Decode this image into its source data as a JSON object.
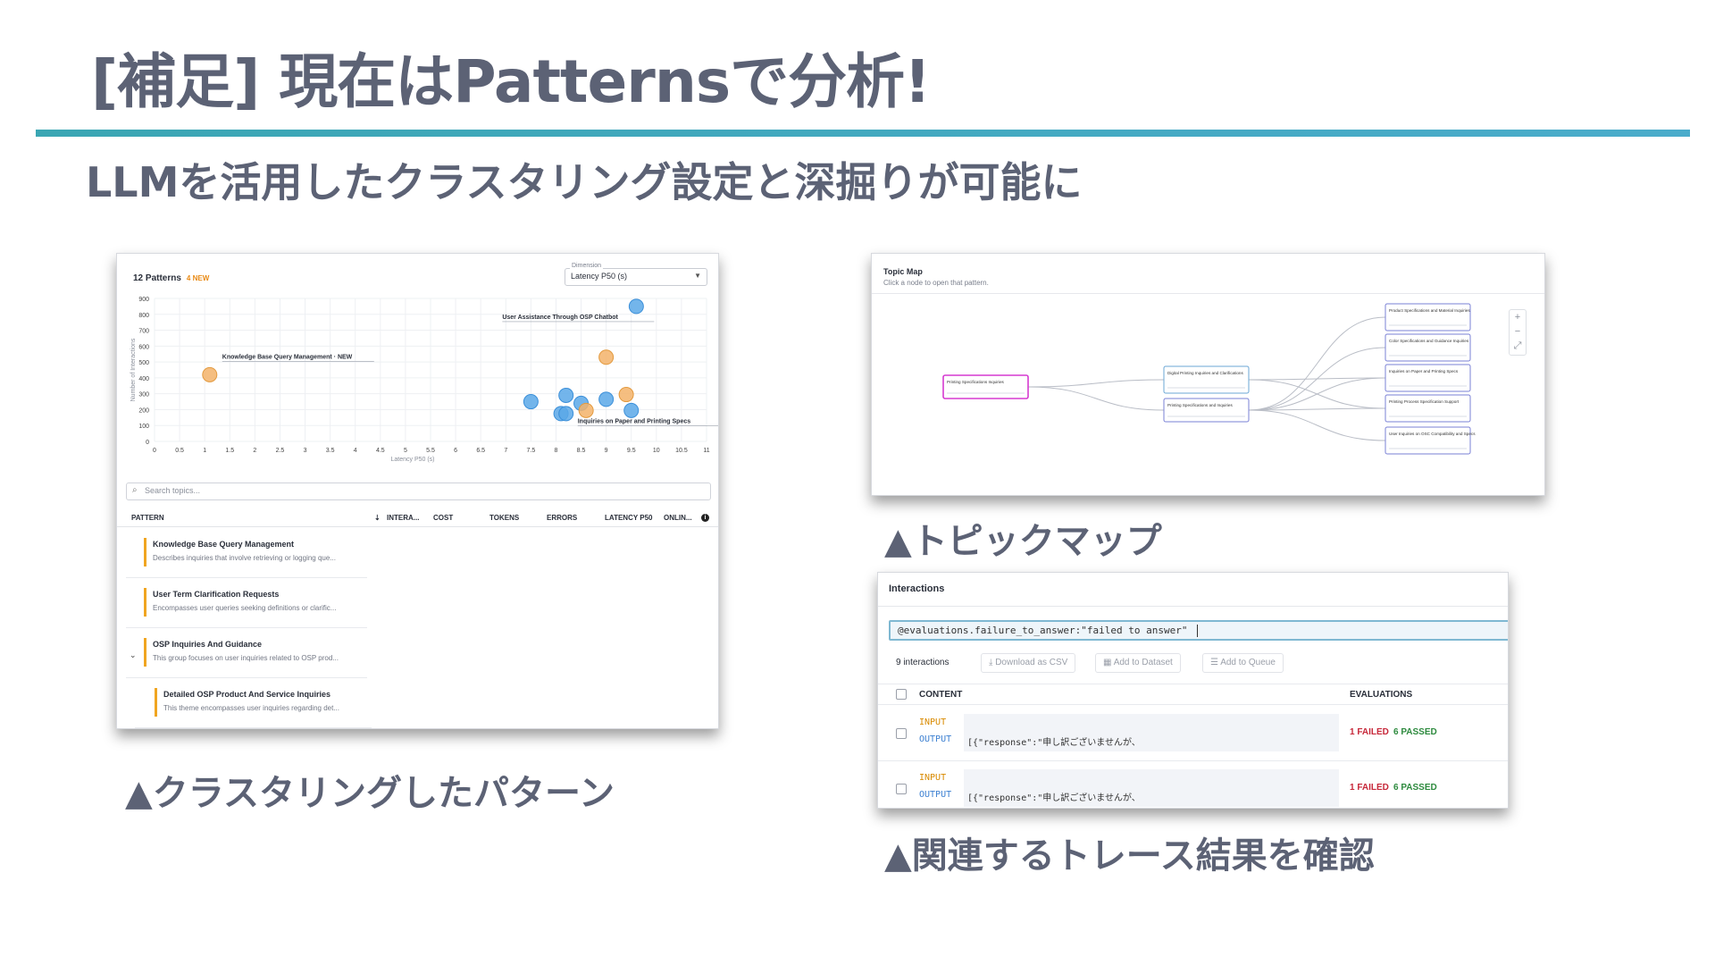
{
  "slide": {
    "title": "[補足] 現在はPatternsで分析!",
    "subtitle": "LLMを活用したクラスタリング設定と深掘りが可能に",
    "accent_color": "#3aa6b3"
  },
  "captions": {
    "patterns": "▲クラスタリングしたパターン",
    "topic_map": "▲トピックマップ",
    "interactions": "▲関連するトレース結果を確認"
  },
  "patterns_panel": {
    "header": "12 Patterns",
    "new_badge": "4 NEW",
    "dimension_label": "Dimension",
    "dimension_value": "Latency P50 (s)",
    "search_placeholder": "Search topics...",
    "columns": [
      "PATTERN",
      "INTERA...",
      "COST",
      "TOKENS",
      "ERRORS",
      "LATENCY P50",
      "ONLIN..."
    ],
    "rows": [
      {
        "title": "Knowledge Base Query Management",
        "desc": "Describes inquiries that involve retrieving or logging que..."
      },
      {
        "title": "User Term Clarification Requests",
        "desc": "Encompasses user queries seeking definitions or clarific..."
      },
      {
        "title": "OSP Inquiries And Guidance",
        "desc": "This group focuses on user inquiries related to OSP prod..."
      },
      {
        "title": "Detailed OSP Product And Service Inquiries",
        "desc": "This theme encompasses user inquiries regarding det..."
      }
    ]
  },
  "chart_data": {
    "type": "scatter",
    "xlabel": "Latency P50 (s)",
    "ylabel": "Number of Interactions",
    "xlim": [
      0,
      11
    ],
    "ylim": [
      0,
      900
    ],
    "x_ticks": [
      "0",
      "0.5",
      "1",
      "1.5",
      "2",
      "2.5",
      "3",
      "3.5",
      "4",
      "4.5",
      "5",
      "5.5",
      "6",
      "6.5",
      "7",
      "7.5",
      "8",
      "8.5",
      "9",
      "9.5",
      "10",
      "10.5",
      "11"
    ],
    "y_ticks": [
      "0",
      "100",
      "200",
      "300",
      "400",
      "500",
      "600",
      "700",
      "800",
      "900"
    ],
    "grid": true,
    "colors": {
      "blue": "#5aa8e8",
      "orange": "#f3b36a"
    },
    "points": [
      {
        "x": 1.1,
        "y": 420,
        "color": "orange"
      },
      {
        "x": 9.6,
        "y": 850,
        "color": "blue"
      },
      {
        "x": 9.0,
        "y": 530,
        "color": "orange"
      },
      {
        "x": 7.5,
        "y": 250,
        "color": "blue"
      },
      {
        "x": 8.2,
        "y": 290,
        "color": "blue"
      },
      {
        "x": 8.5,
        "y": 240,
        "color": "blue"
      },
      {
        "x": 8.6,
        "y": 195,
        "color": "orange"
      },
      {
        "x": 8.1,
        "y": 175,
        "color": "blue"
      },
      {
        "x": 8.2,
        "y": 175,
        "color": "blue"
      },
      {
        "x": 9.0,
        "y": 265,
        "color": "blue"
      },
      {
        "x": 9.4,
        "y": 295,
        "color": "orange"
      },
      {
        "x": 9.5,
        "y": 195,
        "color": "blue"
      }
    ],
    "annotations": [
      {
        "text": "Knowledge Base Query Management · NEW",
        "x": 1.1,
        "y": 420
      },
      {
        "text": "User Assistance Through OSP Chatbot",
        "x": 9.6,
        "y": 850
      },
      {
        "text": "Inquiries on Paper and Printing Specs",
        "x": 9.5,
        "y": 195
      }
    ]
  },
  "topic_map": {
    "title": "Topic Map",
    "subtitle": "Click a node to open that pattern.",
    "zoom_in": "+",
    "zoom_out": "−",
    "fit": "⤢",
    "nodes": [
      {
        "id": "root",
        "label": "Printing Specifications Inquiries",
        "color": "#d63ad0"
      },
      {
        "id": "m1",
        "label": "Digital Printing Inquiries and Clarifications",
        "color": "#6ba7d6"
      },
      {
        "id": "m2",
        "label": "Printing Specifications and Inquiries",
        "color": "#7a80d6"
      },
      {
        "id": "l1",
        "label": "Product Specifications and Material Inquiries",
        "color": "#7a80d6"
      },
      {
        "id": "l2",
        "label": "Color Specifications and Guidance Inquiries",
        "color": "#7a80d6"
      },
      {
        "id": "l3",
        "label": "Inquiries on Paper and Printing Specs",
        "color": "#7a80d6"
      },
      {
        "id": "l4",
        "label": "Printing Process Specification Support",
        "color": "#7a80d6"
      },
      {
        "id": "l5",
        "label": "User Inquiries on OSC Compatibility and Specs",
        "color": "#7a80d6"
      }
    ]
  },
  "interactions_panel": {
    "title": "Interactions",
    "query": "@evaluations.failure_to_answer:\"failed to answer\"",
    "count": "9 interactions",
    "toolbar": [
      "Download as CSV",
      "Add to Dataset",
      "Add to Queue"
    ],
    "columns": {
      "content": "CONTENT",
      "evaluations": "EVALUATIONS"
    },
    "rows": [
      {
        "input_label": "INPUT",
        "output_label": "OUTPUT",
        "output": "[{\"response\":\"申し訳ございませんが、",
        "failed": "1 FAILED",
        "passed": "6 PASSED"
      },
      {
        "input_label": "INPUT",
        "output_label": "OUTPUT",
        "output": "[{\"response\":\"申し訳ございませんが、",
        "failed": "1 FAILED",
        "passed": "6 PASSED"
      }
    ]
  }
}
